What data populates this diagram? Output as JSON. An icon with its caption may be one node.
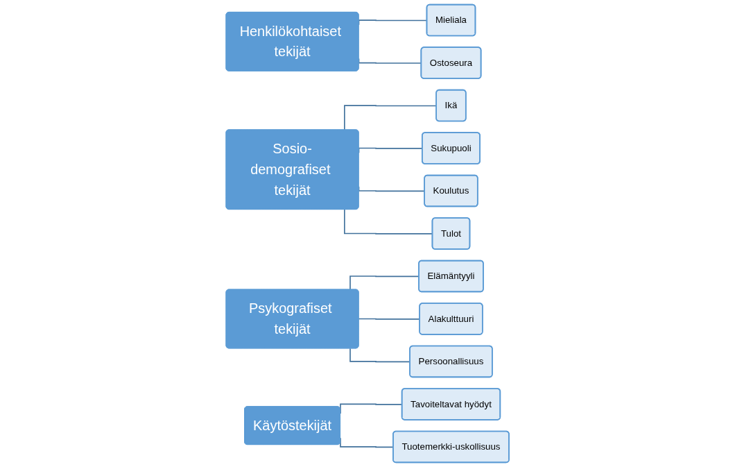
{
  "diagram": {
    "nodes": [
      {
        "text": [
          "Henkilökohtaiset tekijät"
        ]
      },
      {
        "text": [
          "Mieliala"
        ]
      },
      {
        "text": [
          "Ostoseura"
        ]
      },
      {
        "text": [
          "Sosio-demografiset tekijät"
        ]
      },
      {
        "text": [
          "Ikä"
        ]
      },
      {
        "text": [
          "Sukupuoli"
        ]
      },
      {
        "text": [
          "Koulutus"
        ]
      },
      {
        "text": [
          "Tulot"
        ]
      },
      {
        "text": [
          "Psykografiset tekijät"
        ]
      },
      {
        "text": [
          "Elämäntyyli"
        ]
      },
      {
        "text": [
          "Alakulttuuri"
        ]
      },
      {
        "text": [
          "Persoonallisuus"
        ]
      },
      {
        "text": [
          "Käytöstekijät"
        ]
      },
      {
        "text": [
          "Tavoiteltavat hyödyt"
        ]
      },
      {
        "text": [
          "Tuotemerkki-uskollisuus"
        ]
      }
    ],
    "edges": [
      {
        "from": 0,
        "to": 1,
        "arrow": "none"
      },
      {
        "from": 0,
        "to": 2,
        "arrow": "none"
      },
      {
        "from": 3,
        "to": 4,
        "arrow": "none"
      },
      {
        "from": 3,
        "to": 5,
        "arrow": "none"
      },
      {
        "from": 3,
        "to": 6,
        "arrow": "none"
      },
      {
        "from": 3,
        "to": 7,
        "arrow": "none"
      },
      {
        "from": 8,
        "to": 9,
        "arrow": "none"
      },
      {
        "from": 8,
        "to": 10,
        "arrow": "none"
      },
      {
        "from": 8,
        "to": 11,
        "arrow": "none"
      },
      {
        "from": 12,
        "to": 13,
        "arrow": "none"
      },
      {
        "from": 12,
        "to": 14,
        "arrow": "none"
      }
    ]
  }
}
